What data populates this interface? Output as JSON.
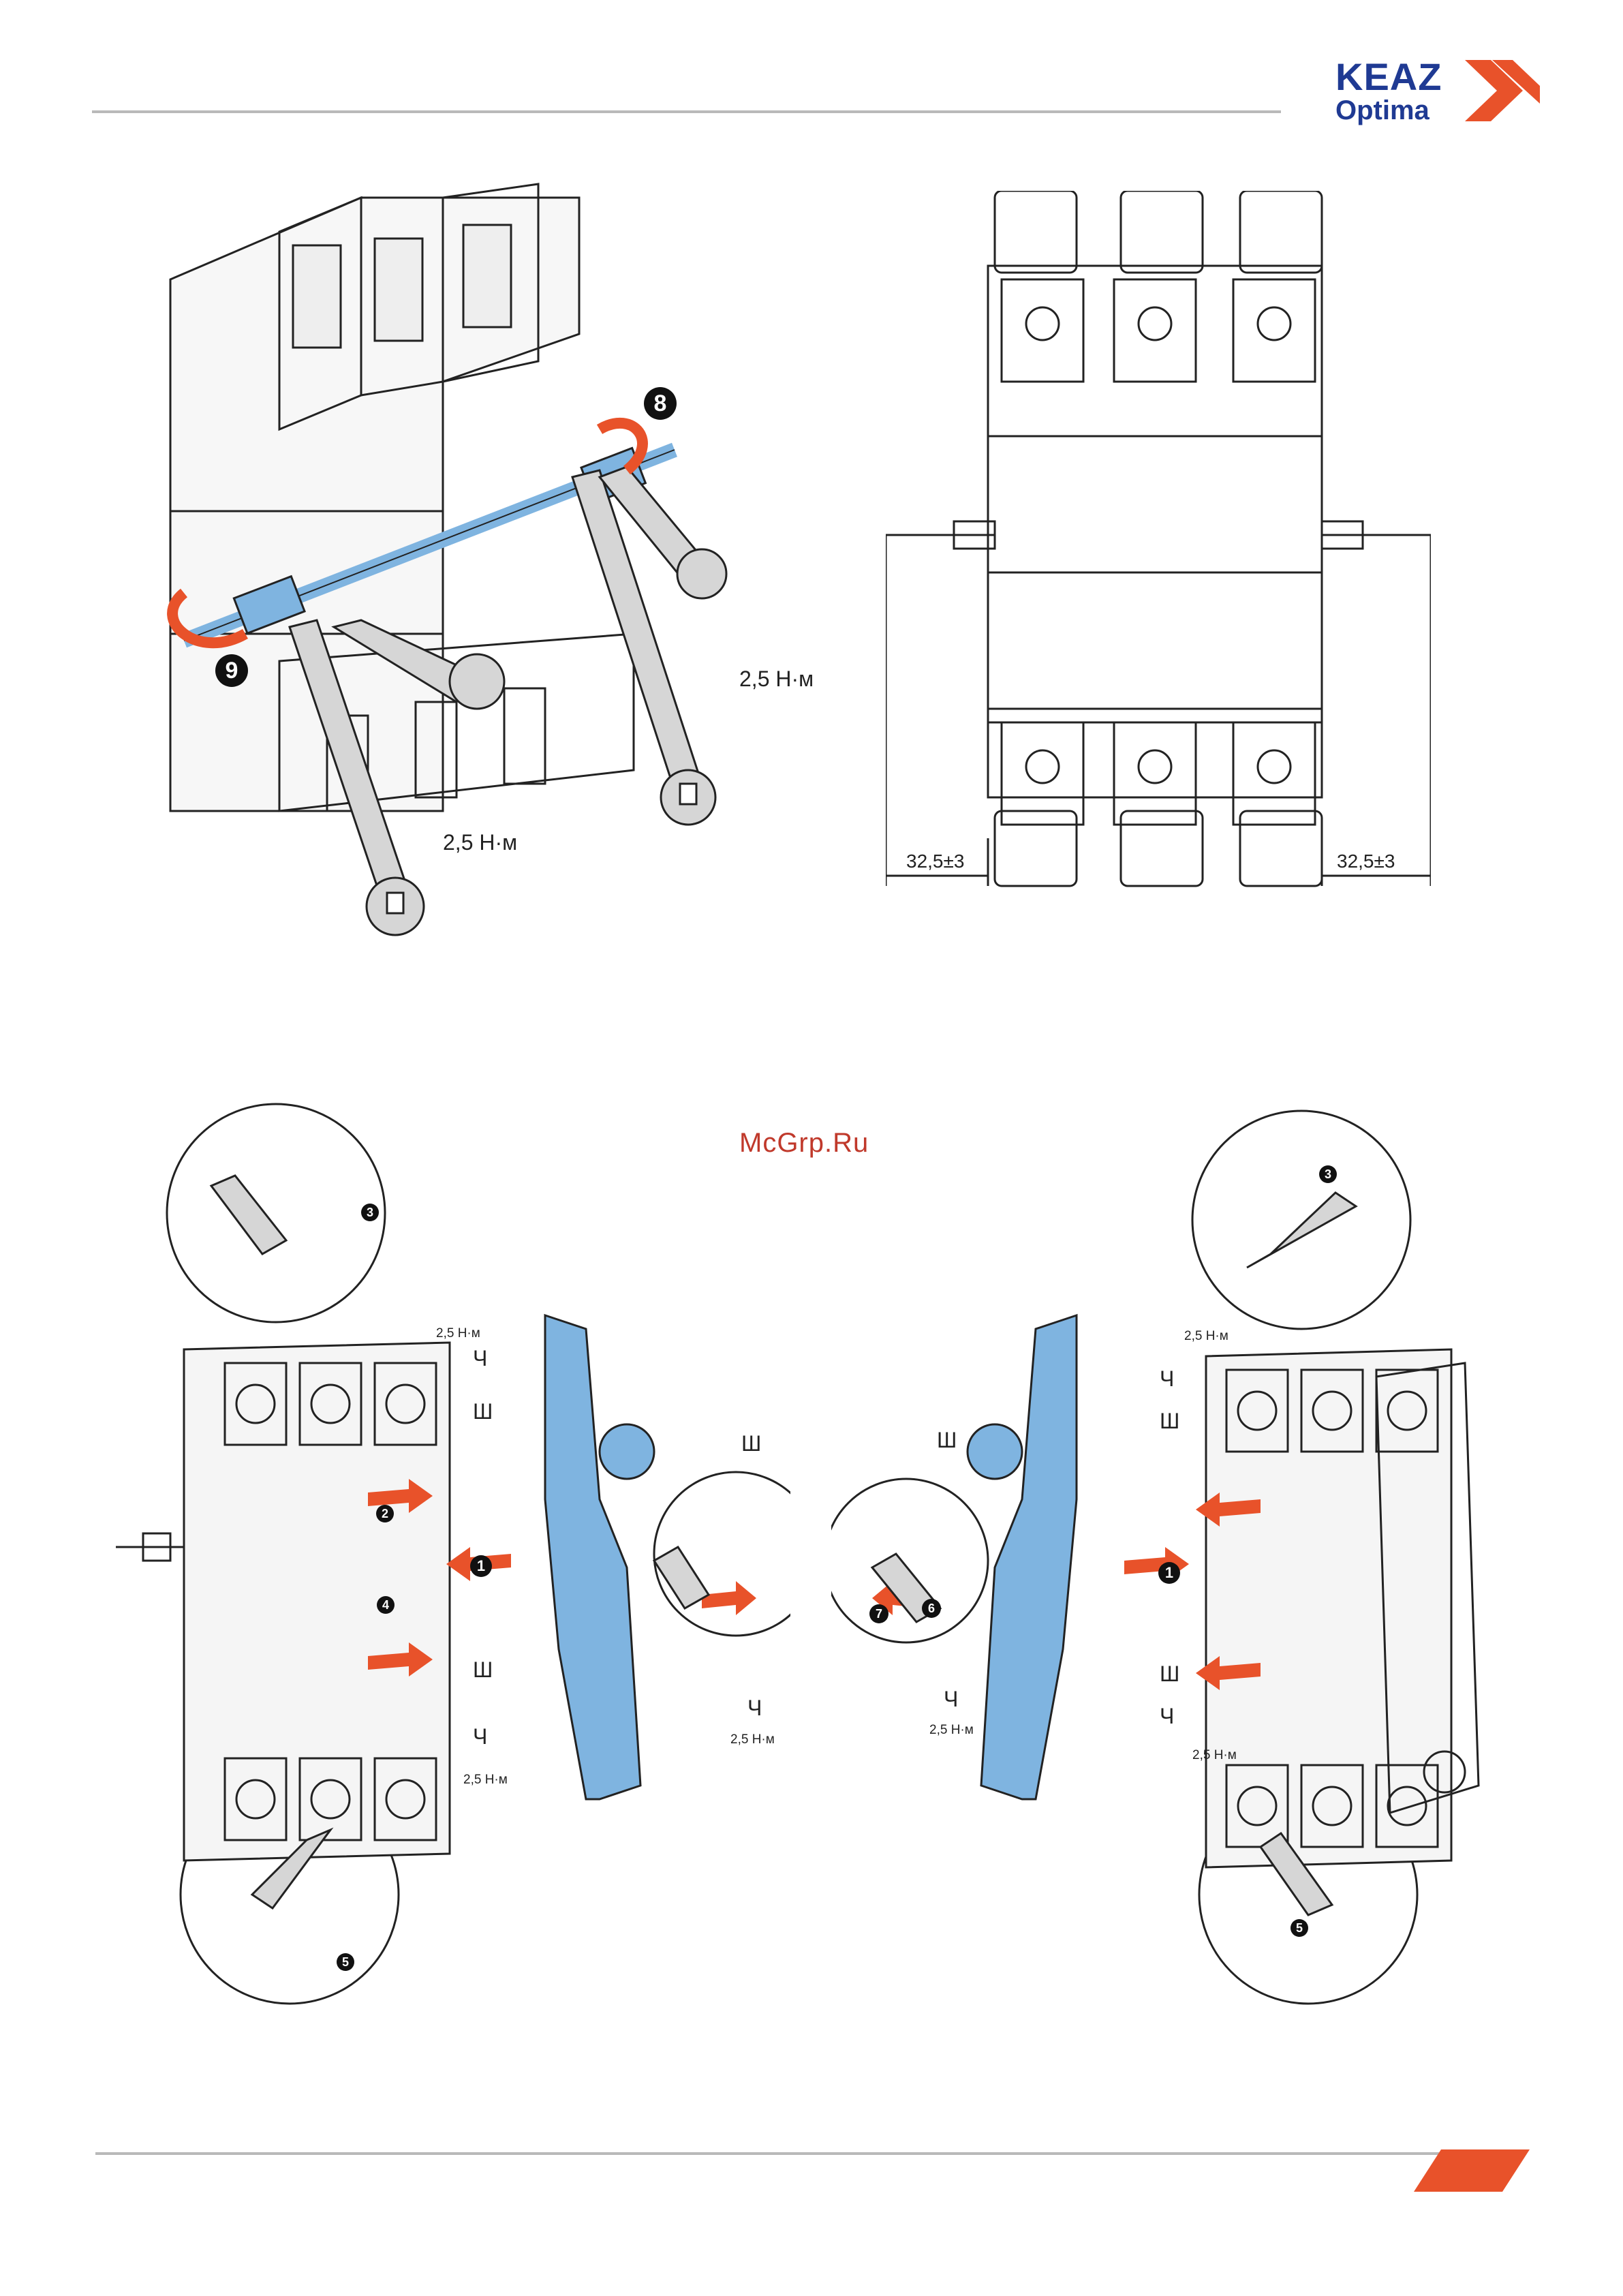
{
  "header": {
    "brand": "KEAZ",
    "product": "Optima"
  },
  "watermark": "McGrp.Ru",
  "colors": {
    "brand_blue": "#1f3a93",
    "accent_orange": "#e8522a",
    "part_blue": "#7fb4e0",
    "line_grey": "#b9b9b9"
  },
  "figure_top_left": {
    "step_8": "8",
    "step_9": "9",
    "torque_1": "2,5 Н·м",
    "torque_2": "2,5 Н·м"
  },
  "figure_top_right": {
    "dim_left": "32,5±3",
    "dim_right": "32,5±3"
  },
  "figure_bottom_left": {
    "torque_top": "2,5 Н·м",
    "torque_bottom": "2,5 Н·м",
    "torque_detail": "2,5 Н·м",
    "letter_ch_1": "Ч",
    "letter_sh_1": "Ш",
    "letter_sh_2": "Ш",
    "letter_ch_2": "Ч",
    "letter_sh_detail": "Ш",
    "letter_ch_detail": "Ч",
    "step_1": "1",
    "step_2": "2",
    "step_3": "3",
    "step_4": "4",
    "step_5": "5"
  },
  "figure_bottom_right": {
    "torque_top": "2,5 Н·м",
    "torque_bottom": "2,5 Н·м",
    "torque_detail": "2,5 Н·м",
    "letter_ch_1": "Ч",
    "letter_sh_1": "Ш",
    "letter_sh_2": "Ш",
    "letter_ch_2": "Ч",
    "letter_sh_detail": "Ш",
    "letter_ch_detail": "Ч",
    "step_1": "1",
    "step_3": "3",
    "step_5": "5",
    "step_6": "6",
    "step_7": "7"
  }
}
